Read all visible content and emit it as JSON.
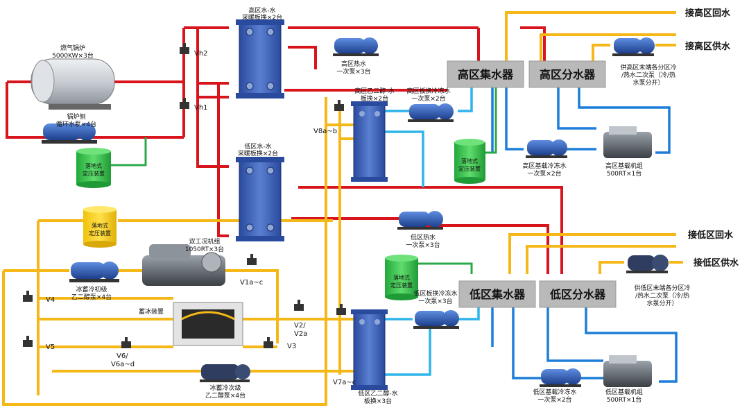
{
  "colors": {
    "hot_red": "#d8141c",
    "chilled_blue": "#1c7ed8",
    "light_blue": "#2fb4ea",
    "glycol_yellow": "#f5b818",
    "green": "#2aa84a",
    "header_gray": "#b9b9b9",
    "equipment_blue": "#2c4fa8"
  },
  "labels": {
    "boiler_name": "燃气锅炉",
    "boiler_spec": "5000KW×3台",
    "boiler_pump_1": "锅炉侧",
    "boiler_pump_2": "循环水泵×4台",
    "hx_high_ww_1": "高区水-水",
    "hx_high_ww_2": "采暖板换×2台",
    "high_hot_pump_1": "高区热水",
    "high_hot_pump_2": "一次泵×3台",
    "high_glycol_hx_1": "高区乙二醇-水",
    "high_glycol_hx_2": "板换×2台",
    "high_hx_cold_pump_1": "高区板换冷冻水",
    "high_hx_cold_pump_2": "一次泵×2台",
    "high_collector": "高区集水器",
    "high_distributor": "高区分水器",
    "high_return": "接高区回水",
    "high_supply": "接高区供水",
    "high_sec_pump_1": "供高区末端各分区冷",
    "high_sec_pump_2": "/热水二次泵（冷/热",
    "high_sec_pump_3": "水泵分开）",
    "high_base_pump_1": "高区基载冷冻水",
    "high_base_pump_2": "一次泵×2台",
    "high_chiller_1": "高区基载机组",
    "high_chiller_2": "500RT×1台",
    "pressure_tank": "落地式",
    "pressure_tank_2": "定压装置",
    "hx_low_ww_1": "低区水-水",
    "hx_low_ww_2": "采暖板换×2台",
    "low_hot_pump_1": "低区热水",
    "low_hot_pump_2": "一次泵×3台",
    "dual_chiller_1": "双工况机组",
    "dual_chiller_2": "1050RT×3台",
    "ice_pump_1_1": "冰蓄冷初级",
    "ice_pump_1_2": "乙二醇泵×4台",
    "ice_storage": "蓄冰装置",
    "ice_pump_2_1": "冰蓄冷次级",
    "ice_pump_2_2": "乙二醇泵×4台",
    "low_glycol_hx_1": "低区乙二醇-水",
    "low_glycol_hx_2": "板换×3台",
    "low_hx_cold_pump_1": "低区板换冷冻水",
    "low_hx_cold_pump_2": "一次泵×3台",
    "low_collector": "低区集水器",
    "low_distributor": "低区分水器",
    "low_return": "接低区回水",
    "low_supply": "接低区供水",
    "low_sec_pump_1": "供低区末端各分区冷",
    "low_sec_pump_2": "/热水二次泵（冷/热",
    "low_sec_pump_3": "水泵分开）",
    "low_base_pump_1": "低区基载冷冻水",
    "low_base_pump_2": "一次泵×2台",
    "low_chiller_1": "低区基载机组",
    "low_chiller_2": "500RT×1台"
  },
  "valves": {
    "vh2": "Vh2",
    "vh1": "Vh1",
    "v8": "V8a~b",
    "v1": "V1a~c",
    "v4": "V4",
    "v5": "V5",
    "v2_1": "V2/",
    "v2_2": "V2a",
    "v3": "V3",
    "v6_1": "V6/",
    "v6_2": "V6a~d",
    "v7": "V7a~c"
  }
}
